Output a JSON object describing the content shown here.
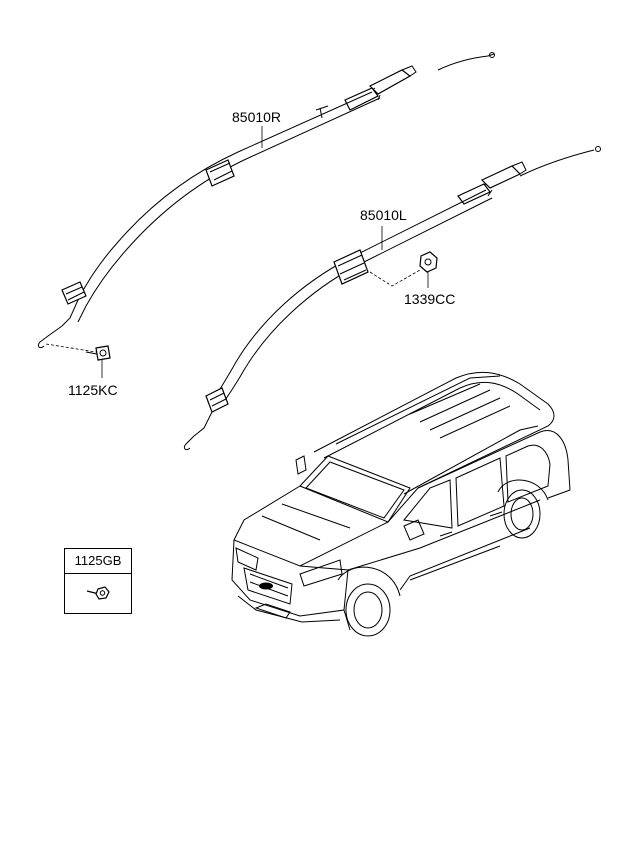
{
  "parts": {
    "airbag_right": "85010R",
    "airbag_left": "85010L",
    "nut": "1339CC",
    "bolt_right": "1125KC",
    "bolt_legend": "1125GB"
  },
  "icons": {
    "airbag_right": "curtain-airbag-module",
    "airbag_left": "curtain-airbag-module",
    "nut": "flange-nut",
    "bolt": "flange-bolt",
    "vehicle": "suv-outline"
  }
}
